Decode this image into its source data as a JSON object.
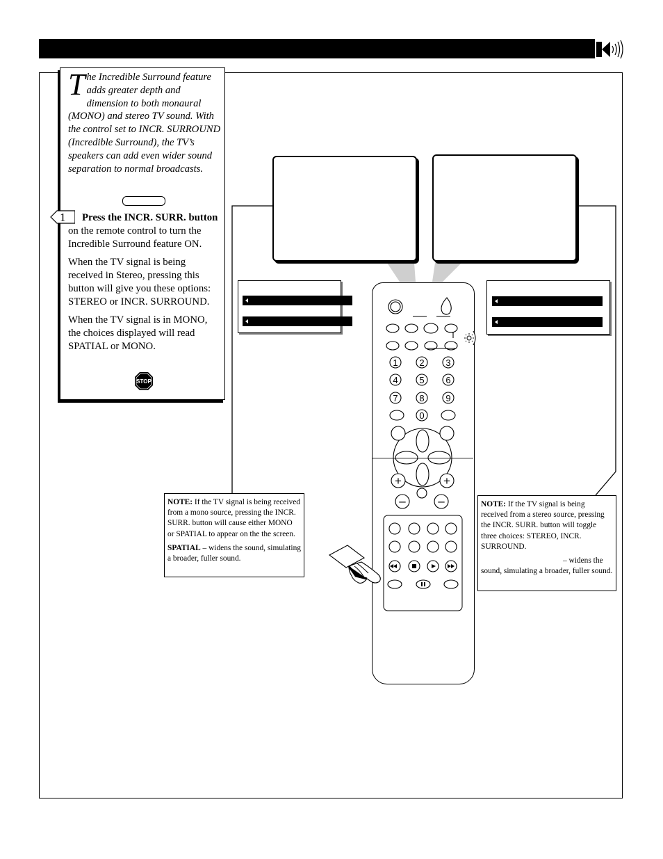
{
  "intro": {
    "drop_cap": "T",
    "text": "he Incredible Surround feature adds greater depth and dimension to both monaural (MONO) and stereo TV sound.  With the control set to INCR. SURROUND (Incredible Surround), the TV’s speakers can add even wider sound separation to normal broadcasts."
  },
  "step": {
    "number": "1",
    "bold": "Press the INCR. SURR. button",
    "rest": " on the remote control to turn the Incredible Surround feature ON.",
    "para2": "When the TV signal is being received in Stereo, pressing this button will give you these options: STEREO or INCR. SURROUND.",
    "para3": "When the TV signal is in MONO, the choices displayed will read SPATIAL or MONO."
  },
  "stop_icon": "stop-sign-icon",
  "speaker_icon": "speaker-icon",
  "note_left": {
    "label": "NOTE:",
    "text": "  If the TV signal is being received from a mono source, pressing the INCR. SURR. button will cause either MONO or SPATIAL to appear on the the screen.",
    "term": "SPATIAL",
    "term_text": " – widens the sound, simulating a broader, fuller sound."
  },
  "note_right": {
    "label": "NOTE:",
    "text": "  If the TV signal is being received from a stereo source, pressing the INCR. SURR. button will toggle three choices: STEREO, INCR. SURROUND.",
    "term_text": "– widens the sound, simulating a broader, fuller sound."
  },
  "remote_keys": {
    "k1": "1",
    "k2": "2",
    "k3": "3",
    "k4": "4",
    "k5": "5",
    "k6": "6",
    "k7": "7",
    "k8": "8",
    "k9": "9",
    "k0": "0",
    "plus": "+",
    "minus": "–"
  }
}
